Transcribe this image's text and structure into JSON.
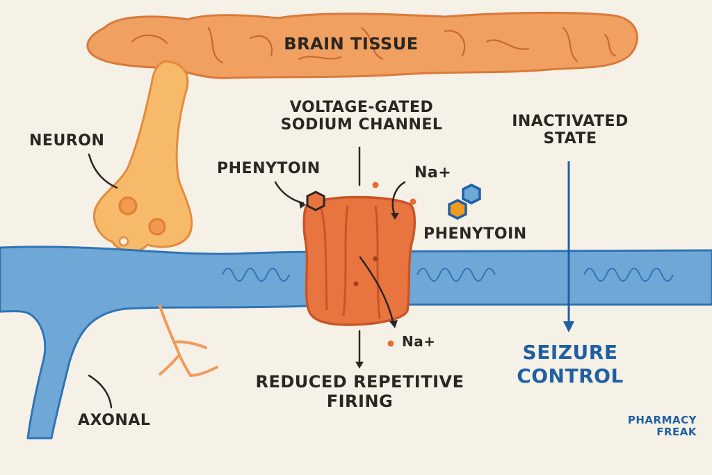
{
  "labels": {
    "brain_tissue": "BRAIN TISSUE",
    "channel_line1": "VOLTAGE-GATED",
    "channel_line2": "SODIUM CHANNEL",
    "inactivated_line1": "INACTIVATED",
    "inactivated_line2": "STATE",
    "neuron": "NEURON",
    "phenytoin_left": "PHENYTOIN",
    "phenytoin_right": "PHENYTOIN",
    "na_top": "Na+",
    "na_bottom": "Na+",
    "reduced_line1": "REDUCED REPETITIVE",
    "reduced_line2": "FIRING",
    "seizure_line1": "SEIZURE",
    "seizure_line2": "CONTROL",
    "axonal": "AXONAL",
    "brand_line1": "PHARMACY",
    "brand_line2": "FREAK"
  },
  "colors": {
    "background": "#f6f1e7",
    "brain_tissue": "#f0a060",
    "neuron": "#f7b96a",
    "channel": "#e8743f",
    "membrane": "#6fa8d6",
    "accent_blue": "#1f5fa3",
    "phenytoin_orange": "#f29a1f"
  },
  "icons": [
    "hexagon-molecule-icon",
    "down-arrow-icon",
    "curved-arrow-icon"
  ]
}
